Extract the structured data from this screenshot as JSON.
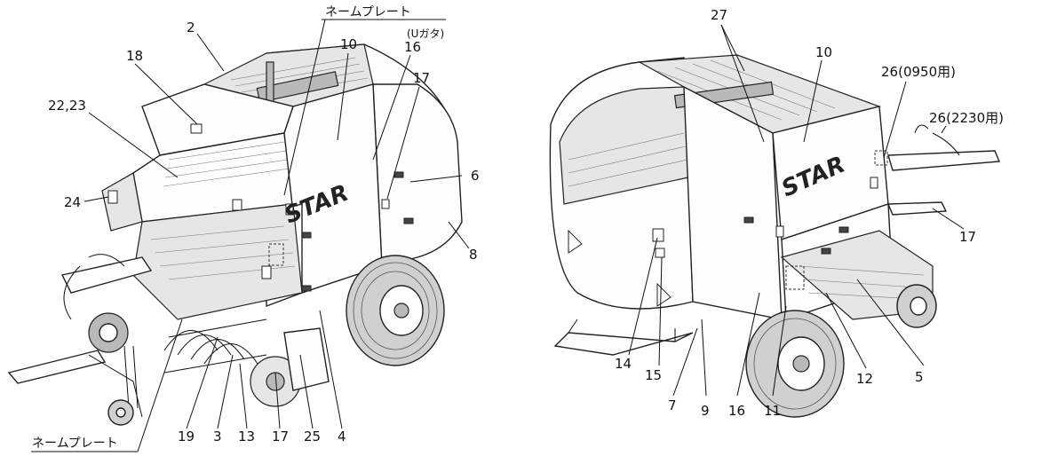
{
  "left_view": {
    "nameplate_top": "ネームプレート",
    "nameplate_top_sub": "(Uガタ)",
    "nameplate_bottom": "ネームプレート",
    "logo": "STAR",
    "callouts": [
      "2",
      "10",
      "16",
      "17",
      "18",
      "22,23",
      "24",
      "6",
      "8",
      "19",
      "3",
      "13",
      "17",
      "25",
      "4"
    ]
  },
  "right_view": {
    "logo": "STAR",
    "callouts": [
      "27",
      "10",
      "26(0950用)",
      "26(2230用)",
      "17",
      "14",
      "15",
      "7",
      "9",
      "16",
      "11",
      "12",
      "5"
    ]
  }
}
